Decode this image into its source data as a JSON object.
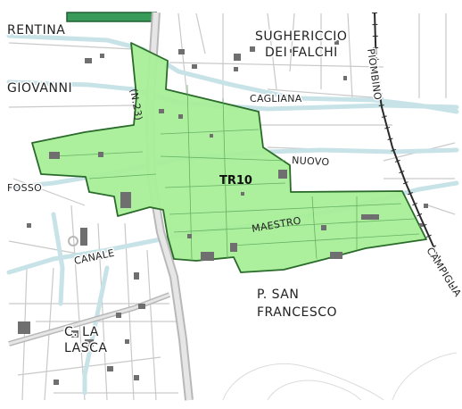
{
  "labels": {
    "rentina": "RENTINA",
    "giovanni": "GIOVANNI",
    "fosso": "FOSSO",
    "canale": "CANALE",
    "la_lasca_1": "C. LA",
    "la_lasca_2": "LASCA",
    "sughericcio_1": "SUGHERICCIO",
    "sughericcio_2": "DEI FALCHI",
    "cagliana": "CAGLIANA",
    "nuovo": "NUOVO",
    "maestro": "MAESTRO",
    "tr10": "TR10",
    "san_francesco_1": "P. SAN",
    "san_francesco_2": "FRANCESCO",
    "piombino": "PIOMBINO",
    "campiglia": "CAMPIGLIA",
    "route": "(N.23)"
  },
  "colors": {
    "zone_fill": "#a8ee98",
    "zone_stroke": "#2a6a2a",
    "canal": "#c7e3e8",
    "road_main": "#b8b8b8",
    "road_minor": "#c9c9c9",
    "railway": "#2a2a2a",
    "building": "#6f6f6f",
    "top_zone": "#3a9a5a"
  }
}
